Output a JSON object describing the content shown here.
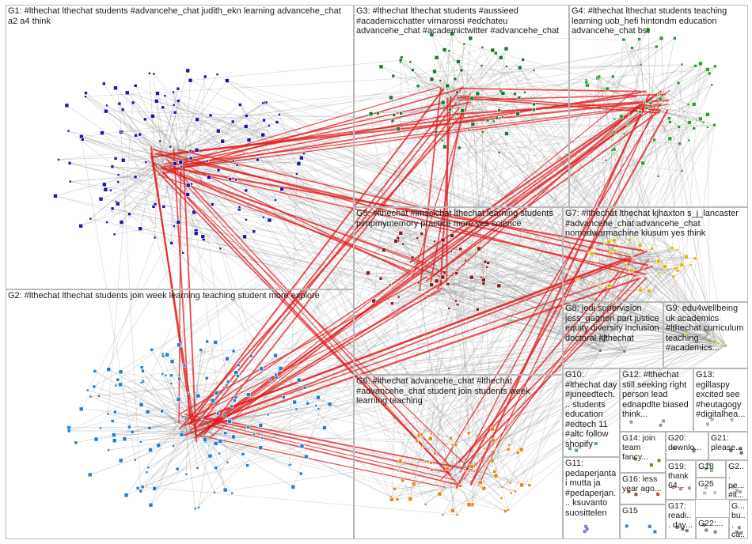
{
  "groups": [
    {
      "id": "G1",
      "label": "G1: #lthechat lthechat students #advancehe_chat judith_ekn learning advancehe_chat a2 a4 think",
      "color": "#1a1aa6"
    },
    {
      "id": "G2",
      "label": "G2: #lthechat lthechat students join week learning teaching student more explore",
      "color": "#1e7fcf"
    },
    {
      "id": "G3",
      "label": "G3: #lthechat lthechat students #aussieed #academicchatter virnarossi #edchateu advancehe_chat #academictwitter #advancehe_chat",
      "color": "#1c7a2e"
    },
    {
      "id": "G4",
      "label": "G4: #lthechat lthechat students teaching learning uob_hefi hintondm education advancehe_chat bst",
      "color": "#2fa02f"
    },
    {
      "id": "G5",
      "label": "G5: #lthechat #lmscichat lthechat learning students pimpmymemory practice more yes science",
      "color": "#8b1a1a"
    },
    {
      "id": "G6",
      "label": "G6: #lthechat advancehe_chat #lthechat #advancehe_chat student join students week learning teaching",
      "color": "#e08a1e"
    },
    {
      "id": "G7",
      "label": "G7: #lthechat lthechat kjhaxton s_j_lancaster #advancehe_chat advancehe_chat nomadwarmachine kiusum yes think",
      "color": "#e6b800"
    },
    {
      "id": "G8",
      "label": "G8: jedi supervision jess_gagnon part justice equity diversity inclusion doctoral #lthechat",
      "color": "#7a7a7a"
    },
    {
      "id": "G9",
      "label": "G9: edu4wellbeing uk academics #lthechat curriculum teaching #academics...",
      "color": "#9acd32"
    },
    {
      "id": "G10",
      "label": "G10: #lthechat day #juneedtech... students education #edtech 11 #altc follow shopify",
      "color": "#5f9ea0"
    },
    {
      "id": "G11",
      "label": "G11: pedaperjantai mutta ja #pedaperjan... ksuvanto suosittelen",
      "color": "#9370db"
    },
    {
      "id": "G12",
      "label": "G12: #lthechat still seeking right person lead ednapdlte biased think...",
      "color": "#999999"
    },
    {
      "id": "G13",
      "label": "G13: egillaspy excited see #heutagogy #digitalhea...",
      "color": "#b0b0b0"
    },
    {
      "id": "G14",
      "label": "G14: join team fancy...",
      "color": "#6b8e23"
    },
    {
      "id": "G15",
      "label": "G15",
      "color": "#4682b4"
    },
    {
      "id": "G16",
      "label": "G16: less year ago...",
      "color": "#a0522d"
    },
    {
      "id": "G17",
      "label": "G17: readi... day...",
      "color": "#708090"
    },
    {
      "id": "G18",
      "label": "G18",
      "color": "#8fbc8f"
    },
    {
      "id": "G19",
      "label": "G19: thank 64...",
      "color": "#bc8f8f"
    },
    {
      "id": "G20",
      "label": "G20: downlo...",
      "color": "#778899"
    },
    {
      "id": "G21",
      "label": "G21: please...",
      "color": "#696969"
    },
    {
      "id": "G22",
      "label": "G22:...",
      "color": "#8b8989"
    },
    {
      "id": "G23",
      "label": "G2... pe... #lt...",
      "color": "#a9a9a9"
    },
    {
      "id": "G24",
      "label": "G... bu... ca...",
      "color": "#909090"
    },
    {
      "id": "G25",
      "label": "G25",
      "color": "#c0c0c0"
    }
  ]
}
